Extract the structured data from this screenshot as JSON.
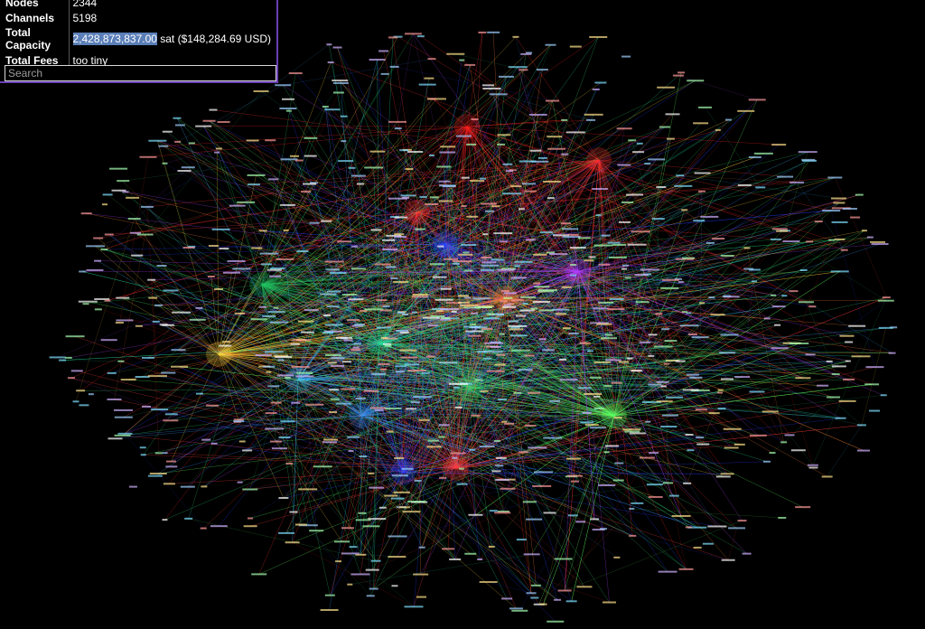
{
  "stats": {
    "nodes_label": "Nodes",
    "nodes_value": "2344",
    "channels_label": "Channels",
    "channels_value": "5198",
    "capacity_label": "Total Capacity",
    "capacity_sat_highlight": "2,428,873,837.00",
    "capacity_rest": " sat ($148,284.69 USD)",
    "fees_label": "Total Fees",
    "fees_value": "too tiny"
  },
  "search": {
    "placeholder": "Search"
  },
  "graph": {
    "background": "#000000",
    "hub_colors": [
      "#ff2020",
      "#ff3030",
      "#ff3030",
      "#2040ff",
      "#2a3cff",
      "#ffd23a",
      "#22c060",
      "#30d070",
      "#40c0ff",
      "#ff4040",
      "#3090ff",
      "#60ff60",
      "#b040ff",
      "#20e0a0",
      "#ff8030"
    ]
  }
}
